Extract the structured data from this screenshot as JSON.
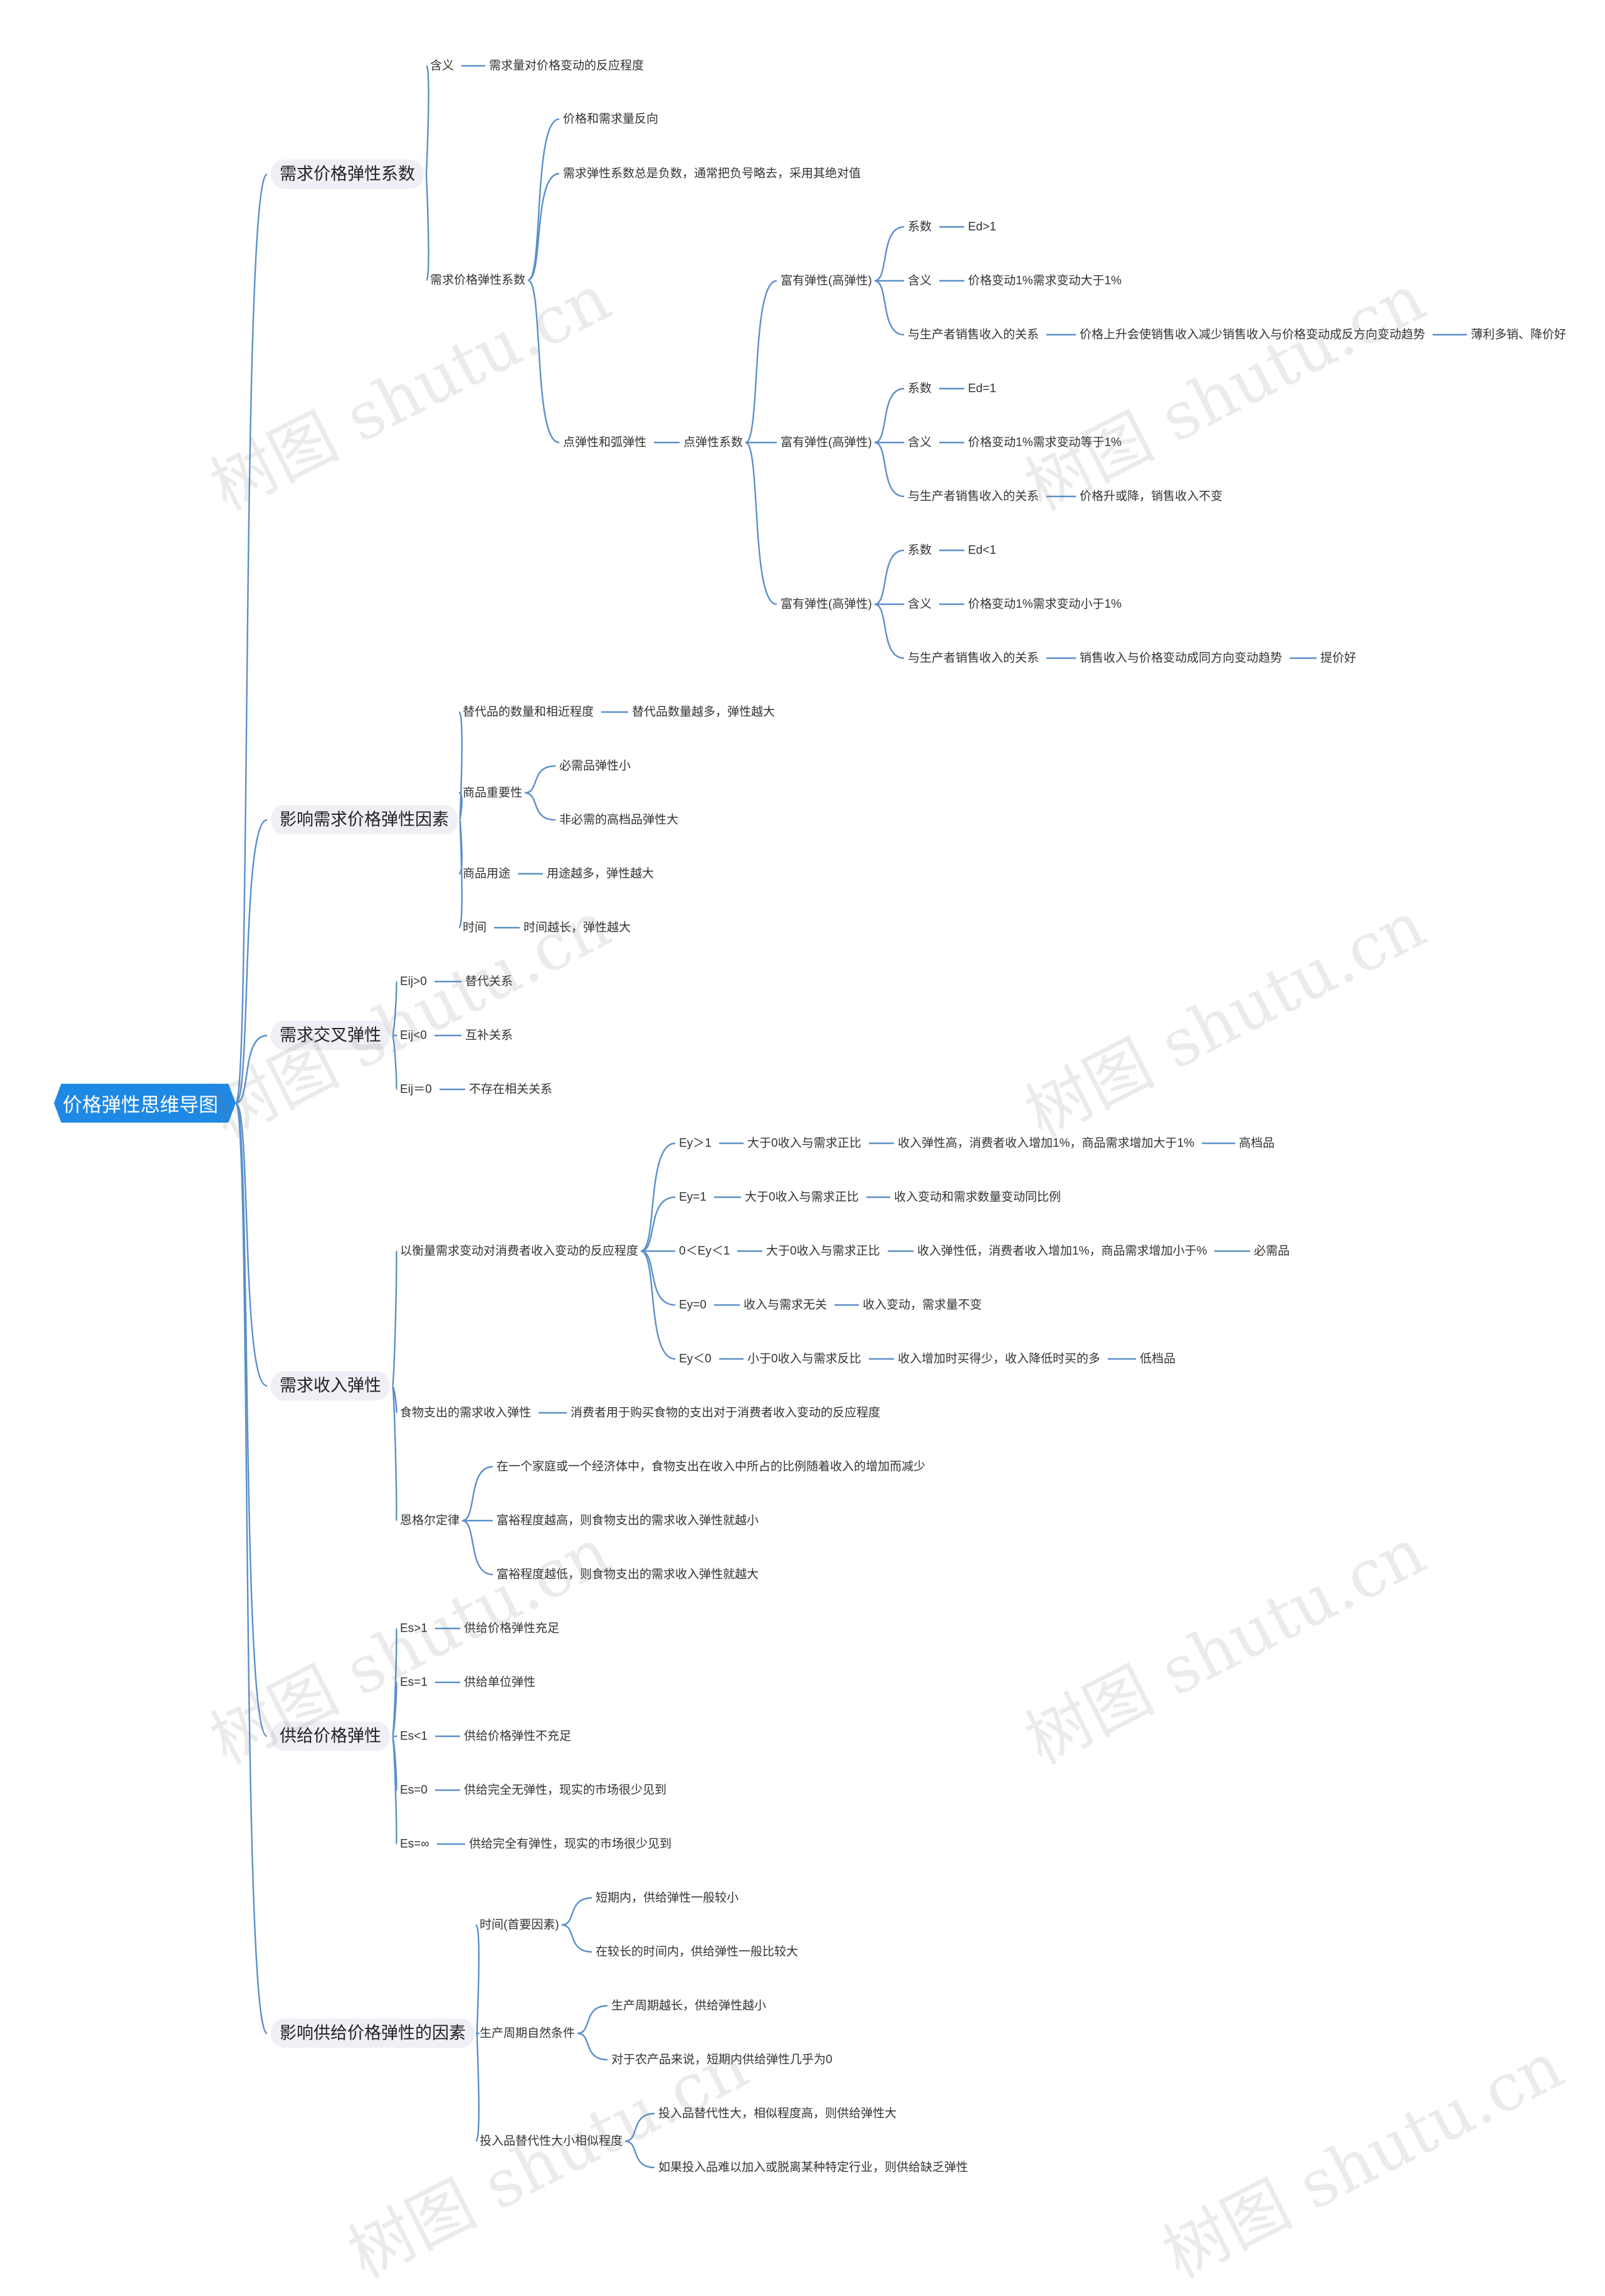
{
  "root": {
    "label": "价格弹性思维导图"
  },
  "watermark": "树图 shutu.cn",
  "colors": {
    "line": "#5b8fc9",
    "root_bg": "#1e88e5"
  },
  "nodes": [
    {
      "id": "b1",
      "p": "root",
      "label": "需求价格弹性系数"
    },
    {
      "id": "b1a",
      "p": "b1",
      "label": "含义"
    },
    {
      "id": "b1a1",
      "p": "b1a",
      "label": "需求量对价格变动的反应程度"
    },
    {
      "id": "b1b",
      "p": "b1",
      "label": "需求价格弹性系数"
    },
    {
      "id": "b1b1",
      "p": "b1b",
      "label": "价格和需求量反向"
    },
    {
      "id": "b1b2",
      "p": "b1b",
      "label": "需求弹性系数总是负数，通常把负号略去，采用其绝对值"
    },
    {
      "id": "b1b3",
      "p": "b1b",
      "label": "点弹性和弧弹性"
    },
    {
      "id": "b1b3a",
      "p": "b1b3",
      "label": "点弹性系数"
    },
    {
      "id": "e1",
      "p": "b1b3a",
      "label": "富有弹性(高弹性)"
    },
    {
      "id": "e1a",
      "p": "e1",
      "label": "系数"
    },
    {
      "id": "e1a1",
      "p": "e1a",
      "label": "Ed>1"
    },
    {
      "id": "e1b",
      "p": "e1",
      "label": "含义"
    },
    {
      "id": "e1b1",
      "p": "e1b",
      "label": "价格变动1%需求变动大于1%"
    },
    {
      "id": "e1c",
      "p": "e1",
      "label": "与生产者销售收入的关系"
    },
    {
      "id": "e1c1",
      "p": "e1c",
      "label": "价格上升会使销售收入减少销售收入与价格变动成反方向变动趋势"
    },
    {
      "id": "e1c2",
      "p": "e1c1",
      "label": "薄利多销、降价好"
    },
    {
      "id": "e2",
      "p": "b1b3a",
      "label": "富有弹性(高弹性)"
    },
    {
      "id": "e2a",
      "p": "e2",
      "label": "系数"
    },
    {
      "id": "e2a1",
      "p": "e2a",
      "label": "Ed=1"
    },
    {
      "id": "e2b",
      "p": "e2",
      "label": "含义"
    },
    {
      "id": "e2b1",
      "p": "e2b",
      "label": "价格变动1%需求变动等于1%"
    },
    {
      "id": "e2c",
      "p": "e2",
      "label": "与生产者销售收入的关系"
    },
    {
      "id": "e2c1",
      "p": "e2c",
      "label": "价格升或降，销售收入不变"
    },
    {
      "id": "e3",
      "p": "b1b3a",
      "label": "富有弹性(高弹性)"
    },
    {
      "id": "e3a",
      "p": "e3",
      "label": "系数"
    },
    {
      "id": "e3a1",
      "p": "e3a",
      "label": "Ed<1"
    },
    {
      "id": "e3b",
      "p": "e3",
      "label": "含义"
    },
    {
      "id": "e3b1",
      "p": "e3b",
      "label": "价格变动1%需求变动小于1%"
    },
    {
      "id": "e3c",
      "p": "e3",
      "label": "与生产者销售收入的关系"
    },
    {
      "id": "e3c1",
      "p": "e3c",
      "label": "销售收入与价格变动成同方向变动趋势"
    },
    {
      "id": "e3c2",
      "p": "e3c1",
      "label": "提价好"
    },
    {
      "id": "b2",
      "p": "root",
      "label": "影响需求价格弹性因素"
    },
    {
      "id": "b2a",
      "p": "b2",
      "label": "替代品的数量和相近程度"
    },
    {
      "id": "b2a1",
      "p": "b2a",
      "label": "替代品数量越多，弹性越大"
    },
    {
      "id": "b2b",
      "p": "b2",
      "label": "商品重要性"
    },
    {
      "id": "b2b1",
      "p": "b2b",
      "label": "必需品弹性小"
    },
    {
      "id": "b2b2",
      "p": "b2b",
      "label": "非必需的高档品弹性大"
    },
    {
      "id": "b2c",
      "p": "b2",
      "label": "商品用途"
    },
    {
      "id": "b2c1",
      "p": "b2c",
      "label": "用途越多，弹性越大"
    },
    {
      "id": "b2d",
      "p": "b2",
      "label": "时间"
    },
    {
      "id": "b2d1",
      "p": "b2d",
      "label": "时间越长，弹性越大"
    },
    {
      "id": "b3",
      "p": "root",
      "label": "需求交叉弹性"
    },
    {
      "id": "b3a",
      "p": "b3",
      "label": "Eij>0"
    },
    {
      "id": "b3a1",
      "p": "b3a",
      "label": "替代关系"
    },
    {
      "id": "b3b",
      "p": "b3",
      "label": "Eij<0"
    },
    {
      "id": "b3b1",
      "p": "b3b",
      "label": "互补关系"
    },
    {
      "id": "b3c",
      "p": "b3",
      "label": "Eij＝0"
    },
    {
      "id": "b3c1",
      "p": "b3c",
      "label": "不存在相关关系"
    },
    {
      "id": "b4",
      "p": "root",
      "label": "需求收入弹性"
    },
    {
      "id": "b4a",
      "p": "b4",
      "label": "以衡量需求变动对消费者收入变动的反应程度"
    },
    {
      "id": "y1",
      "p": "b4a",
      "label": "Ey＞1"
    },
    {
      "id": "y1a",
      "p": "y1",
      "label": "大于0收入与需求正比"
    },
    {
      "id": "y1b",
      "p": "y1a",
      "label": "收入弹性高，消费者收入增加1%，商品需求增加大于1%"
    },
    {
      "id": "y1c",
      "p": "y1b",
      "label": "高档品"
    },
    {
      "id": "y2",
      "p": "b4a",
      "label": "Ey=1"
    },
    {
      "id": "y2a",
      "p": "y2",
      "label": "大于0收入与需求正比"
    },
    {
      "id": "y2b",
      "p": "y2a",
      "label": "收入变动和需求数量变动同比例"
    },
    {
      "id": "y3",
      "p": "b4a",
      "label": "0＜Ey＜1"
    },
    {
      "id": "y3a",
      "p": "y3",
      "label": "大于0收入与需求正比"
    },
    {
      "id": "y3b",
      "p": "y3a",
      "label": "收入弹性低，消费者收入增加1%，商品需求增加小于%"
    },
    {
      "id": "y3c",
      "p": "y3b",
      "label": "必需品"
    },
    {
      "id": "y4",
      "p": "b4a",
      "label": "Ey=0"
    },
    {
      "id": "y4a",
      "p": "y4",
      "label": "收入与需求无关"
    },
    {
      "id": "y4b",
      "p": "y4a",
      "label": "收入变动，需求量不变"
    },
    {
      "id": "y5",
      "p": "b4a",
      "label": "Ey＜0"
    },
    {
      "id": "y5a",
      "p": "y5",
      "label": "小于0收入与需求反比"
    },
    {
      "id": "y5b",
      "p": "y5a",
      "label": "收入增加时买得少，收入降低时买的多"
    },
    {
      "id": "y5c",
      "p": "y5b",
      "label": "低档品"
    },
    {
      "id": "b4b",
      "p": "b4",
      "label": "食物支出的需求收入弹性"
    },
    {
      "id": "b4b1",
      "p": "b4b",
      "label": "消费者用于购买食物的支出对于消费者收入变动的反应程度"
    },
    {
      "id": "b4c",
      "p": "b4",
      "label": "恩格尔定律"
    },
    {
      "id": "b4c1",
      "p": "b4c",
      "label": "在一个家庭或一个经济体中，食物支出在收入中所占的比例随着收入的增加而减少"
    },
    {
      "id": "b4c2",
      "p": "b4c",
      "label": "富裕程度越高，则食物支出的需求收入弹性就越小"
    },
    {
      "id": "b4c3",
      "p": "b4c",
      "label": "富裕程度越低，则食物支出的需求收入弹性就越大"
    },
    {
      "id": "b5",
      "p": "root",
      "label": "供给价格弹性"
    },
    {
      "id": "b5a",
      "p": "b5",
      "label": "Es>1"
    },
    {
      "id": "b5a1",
      "p": "b5a",
      "label": "供给价格弹性充足"
    },
    {
      "id": "b5b",
      "p": "b5",
      "label": "Es=1"
    },
    {
      "id": "b5b1",
      "p": "b5b",
      "label": "供给单位弹性"
    },
    {
      "id": "b5c",
      "p": "b5",
      "label": "Es<1"
    },
    {
      "id": "b5c1",
      "p": "b5c",
      "label": "供给价格弹性不充足"
    },
    {
      "id": "b5d",
      "p": "b5",
      "label": "Es=0"
    },
    {
      "id": "b5d1",
      "p": "b5d",
      "label": "供给完全无弹性，现实的市场很少见到"
    },
    {
      "id": "b5e",
      "p": "b5",
      "label": "Es=∞"
    },
    {
      "id": "b5e1",
      "p": "b5e",
      "label": "供给完全有弹性，现实的市场很少见到"
    },
    {
      "id": "b6",
      "p": "root",
      "label": "影响供给价格弹性的因素"
    },
    {
      "id": "b6a",
      "p": "b6",
      "label": "时间(首要因素)"
    },
    {
      "id": "b6a1",
      "p": "b6a",
      "label": "短期内，供给弹性一般较小"
    },
    {
      "id": "b6a2",
      "p": "b6a",
      "label": "在较长的时间内，供给弹性一般比较大"
    },
    {
      "id": "b6b",
      "p": "b6",
      "label": "生产周期自然条件"
    },
    {
      "id": "b6b1",
      "p": "b6b",
      "label": "生产周期越长，供给弹性越小"
    },
    {
      "id": "b6b2",
      "p": "b6b",
      "label": "对于农产品来说，短期内供给弹性几乎为0"
    },
    {
      "id": "b6c",
      "p": "b6",
      "label": "投入品替代性大小相似程度"
    },
    {
      "id": "b6c1",
      "p": "b6c",
      "label": "投入品替代性大，相似程度高，则供给弹性大"
    },
    {
      "id": "b6c2",
      "p": "b6c",
      "label": "如果投入品难以加入或脱离某种特定行业，则供给缺乏弹性"
    }
  ]
}
